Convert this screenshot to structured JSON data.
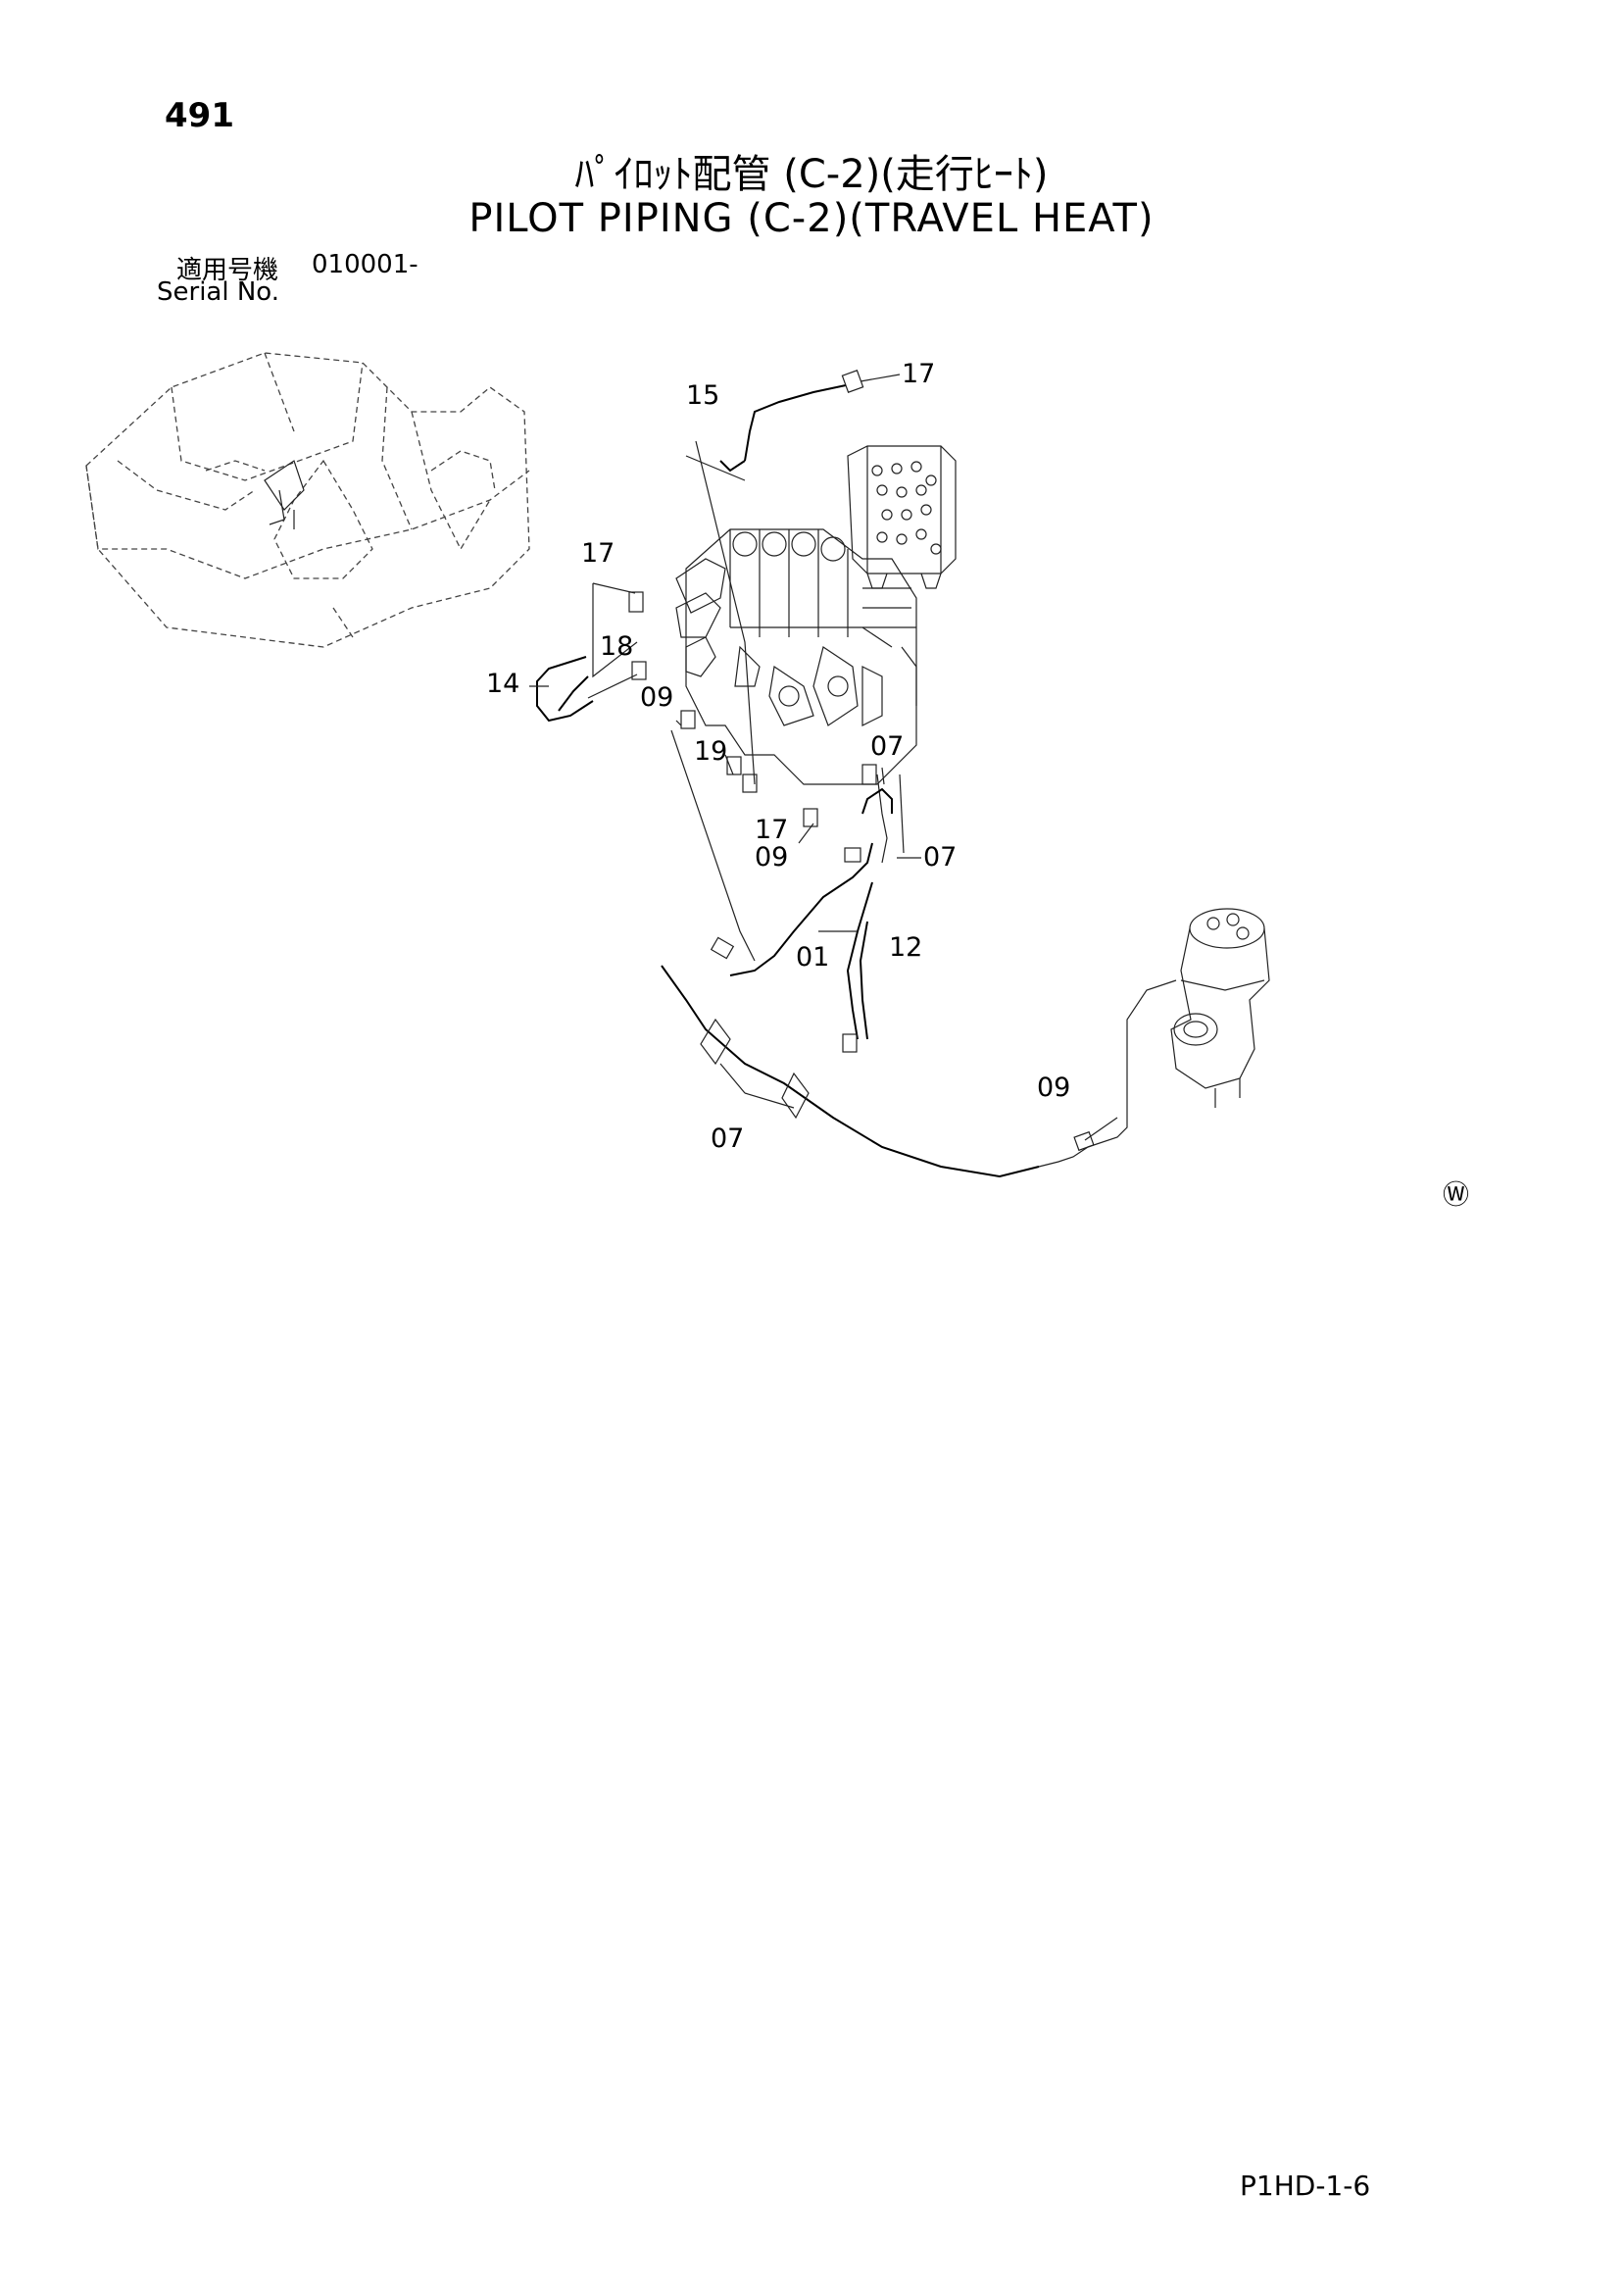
{
  "header": {
    "page_number": "491",
    "title_jp": "ﾊﾟｲﾛｯﾄ配管 (C-2)(走行ﾋｰﾄ)",
    "title_en": "PILOT PIPING (C-2)(TRAVEL HEAT)",
    "serial_label_jp": "適用号機",
    "serial_value": "010001-",
    "serial_label_en": "Serial No."
  },
  "callouts": {
    "c17_top": "17",
    "c15": "15",
    "c17_left": "17",
    "c18": "18",
    "c14": "14",
    "c09_left": "09",
    "c19": "19",
    "c07_mid": "07",
    "c17_low": "17",
    "c09_low": "09",
    "c07_right": "07",
    "c01": "01",
    "c12": "12",
    "c09_right": "09",
    "c07_bottom": "07"
  },
  "footer": {
    "symbol": "Ⓦ",
    "page_code": "P1HD-1-6"
  }
}
